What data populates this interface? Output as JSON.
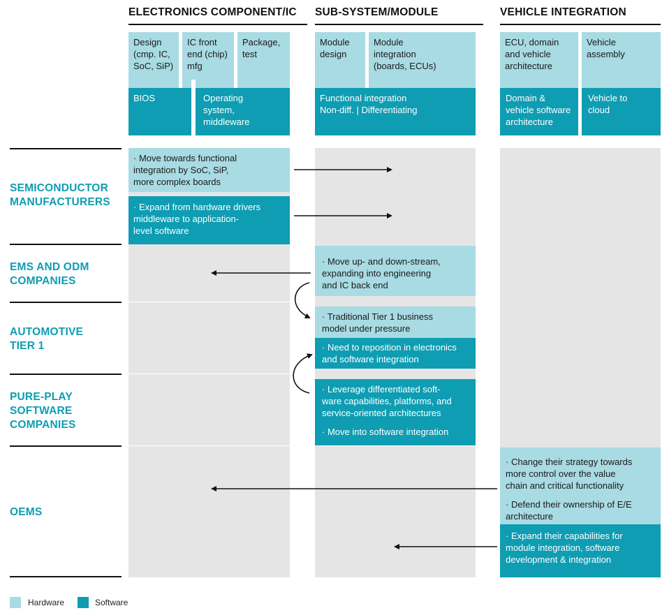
{
  "columns": [
    {
      "title": "ELECTRONICS COMPONENT/IC"
    },
    {
      "title": "SUB-SYSTEM/MODULE"
    },
    {
      "title": "VEHICLE INTEGRATION"
    }
  ],
  "hardware_steps": [
    "Design\n(cmp. IC,\nSoC, SiP)",
    "IC front\nend (chip)\nmfg",
    "Package,\ntest",
    "Module\ndesign",
    "Module\nintegration\n(boards, ECUs)",
    "ECU, domain\nand vehicle\narchitecture",
    "Vehicle\nassembly"
  ],
  "software_steps": [
    "BIOS",
    "Operating\nsystem,\nmiddleware",
    "Functional integration\nNon-diff. | Differentiating",
    "Domain &\nvehicle software\narchitecture",
    "Vehicle to\ncloud"
  ],
  "rows": [
    {
      "label": "SEMICONDUCTOR\nMANUFACTURERS"
    },
    {
      "label": "EMS AND ODM\nCOMPANIES"
    },
    {
      "label": "AUTOMOTIVE\nTIER 1"
    },
    {
      "label": "PURE-PLAY\nSOFTWARE\nCOMPANIES"
    },
    {
      "label": "OEMS"
    }
  ],
  "notes": {
    "semi_hw": "· Move towards functional\n  integration by SoC, SiP,\n  more complex boards",
    "semi_sw": "· Expand from hardware drivers\n  middleware to application-\n  level software",
    "ems_hw": "· Move up- and down-stream,\n  expanding into engineering\n  and IC back end",
    "tier1_hw": "· Traditional Tier 1 business\n  model under pressure",
    "tier1_sw": "· Need to reposition in electronics\n  and software integration",
    "pureplay_sw_1": "· Leverage differentiated soft-\n  ware capabilities, platforms, and\n  service-oriented architectures",
    "pureplay_sw_2": "· Move into software integration",
    "oem_hw_1": "· Change their strategy towards\n  more control over the value\n  chain and critical functionality",
    "oem_hw_2": "· Defend their ownership of E/E\n  architecture",
    "oem_sw": "· Expand their capabilities for\n  module integration, software\n  development & integration"
  },
  "legend": {
    "hardware": "Hardware",
    "software": "Software",
    "hardware_color": "#a8dbe3",
    "software_color": "#0e9db2"
  }
}
